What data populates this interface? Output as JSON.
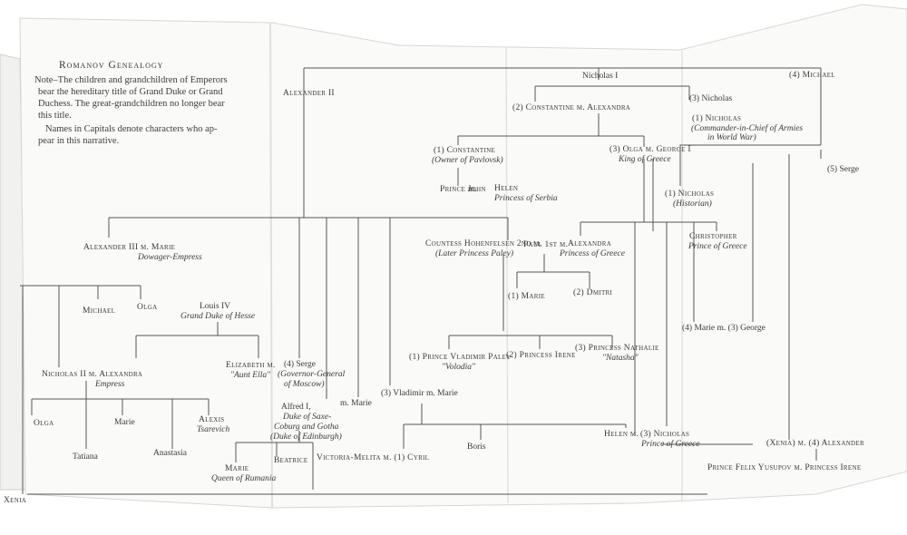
{
  "header": {
    "title": "Romanov Genealogy",
    "note_line1": "Note–The children and grandchildren of Emperors",
    "note_line2": "bear the hereditary title of Grand Duke or Grand",
    "note_line3": "Duchess. The great-grandchildren no longer bear",
    "note_line4": "this title.",
    "note_line5": "Names in Capitals denote characters who ap-",
    "note_line6": "pear in this narrative."
  },
  "people": {
    "nicholas_i": "Nicholas I",
    "michael4": "(4) Michael",
    "alexander_ii": "Alexander II",
    "nicholas3": "(3) Nicholas",
    "constantine_m_alexandra": "(2) Constantine m. Alexandra",
    "nicholas1_cmd": "(1) Nicholas",
    "nicholas1_cmd_title1": "(Commander-in-Chief of Armies",
    "nicholas1_cmd_title2": "in World War)",
    "constantine1": "(1) Constantine",
    "constantine1_title": "(Owner of Pavlovsk)",
    "olga_m_george": "(3) Olga m. George I",
    "olga_m_george_title": "King of Greece",
    "prince_john": "Prince John",
    "m_label": "m.",
    "helen_serbia": "Helen",
    "helen_serbia_title": "Princess of Serbia",
    "serge5": "(5) Serge",
    "nicholas1_hist": "(1) Nicholas",
    "nicholas1_hist_title": "(Historian)",
    "alexander_iii_m_marie": "Alexander III m. Marie",
    "marie_title": "Dowager-Empress",
    "countess": "Countess Hohenfelsen 2nd m.",
    "countess_title": "(Later Princess Paley)",
    "paul_m": "Paul 1st m.",
    "alexandra_greece": "Alexandra",
    "alexandra_greece_title": "Princess of Greece",
    "christopher": "Christopher",
    "christopher_title": "Prince of Greece",
    "michael": "Michael",
    "olga": "Olga",
    "louis_iv": "Louis IV",
    "louis_iv_title": "Grand Duke of Hesse",
    "marie1": "(1) Marie",
    "dmitri2": "(2) Dmitri",
    "marie4_m_george3": "(4) Marie m. (3) George",
    "nicholas_ii_m_alexandra": "Nicholas II m. Alexandra",
    "empress": "Empress",
    "elizabeth_m": "Elizabeth m.",
    "aunt_ella": "\"Aunt Ella\"",
    "serge4": "(4) Serge",
    "serge4_title1": "(Governor-General",
    "serge4_title2": "of Moscow)",
    "vladimir_paley": "(1) Prince Vladimir Paley",
    "volodia": "\"Volodia\"",
    "irene2": "(2) Princess Irene",
    "nathalie3": "(3) Princess Nathalie",
    "natasha": "\"Natasha\"",
    "alfred1": "Alfred I,",
    "alfred1_t1": "Duke of Saxe-",
    "alfred1_t2": "Coburg and Gotha",
    "alfred1_t3": "(Duke of Edinburgh)",
    "m_marie": "m. Marie",
    "vladimir3_m_marie": "(3) Vladimir m. Marie",
    "olga_child": "Olga",
    "marie_child": "Marie",
    "alexis": "Alexis",
    "alexis_title": "Tsarevich",
    "tatiana": "Tatiana",
    "anastasia": "Anastasia",
    "marie_rumania": "Marie",
    "marie_rumania_title": "Queen of Rumania",
    "beatrice": "Beatrice",
    "victoria_melita": "Victoria-Melita m. (1) Cyril",
    "boris": "Boris",
    "helen": "Helen m.",
    "nicholas3_greece": "(3) Nicholas",
    "nicholas3_greece_title": "Prince of Greece",
    "xenia_m_alexander": "(Xenia) m. (4) Alexander",
    "yusupov": "Prince Felix Yusupov m. Princess Irene",
    "xenia": "Xenia"
  }
}
